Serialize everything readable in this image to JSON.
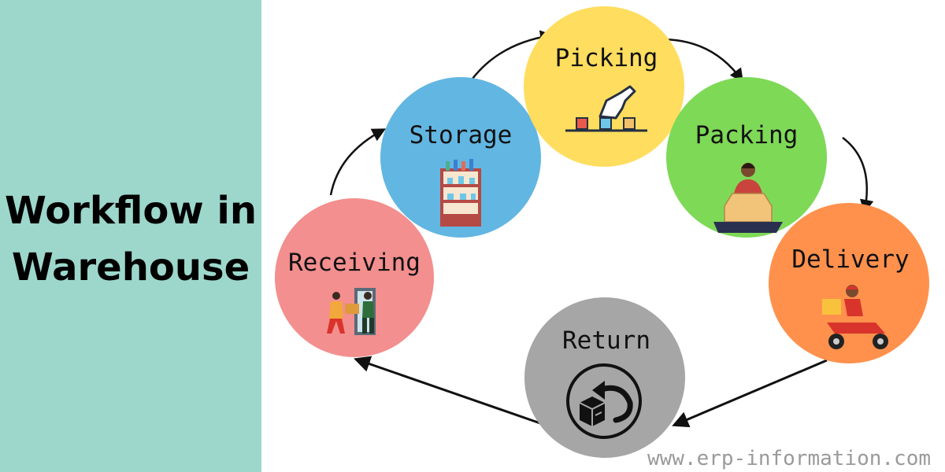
{
  "title": {
    "line1": "Workflow in",
    "line2": "Warehouse"
  },
  "steps": [
    {
      "label": "Receiving",
      "color": "#f38f8f",
      "icon": "receiving-icon"
    },
    {
      "label": "Storage",
      "color": "#62b6e2",
      "icon": "shelf-icon"
    },
    {
      "label": "Picking",
      "color": "#ffdd5e",
      "icon": "picking-hand-icon"
    },
    {
      "label": "Packing",
      "color": "#7ed957",
      "icon": "packing-worker-icon"
    },
    {
      "label": "Delivery",
      "color": "#ff914d",
      "icon": "delivery-scooter-icon"
    },
    {
      "label": "Return",
      "color": "#a6a6a6",
      "icon": "return-box-icon"
    }
  ],
  "colors": {
    "sidebar": "#9dd7cc",
    "arrow": "#111111"
  },
  "footer": {
    "watermark": "www.erp-information.com"
  }
}
